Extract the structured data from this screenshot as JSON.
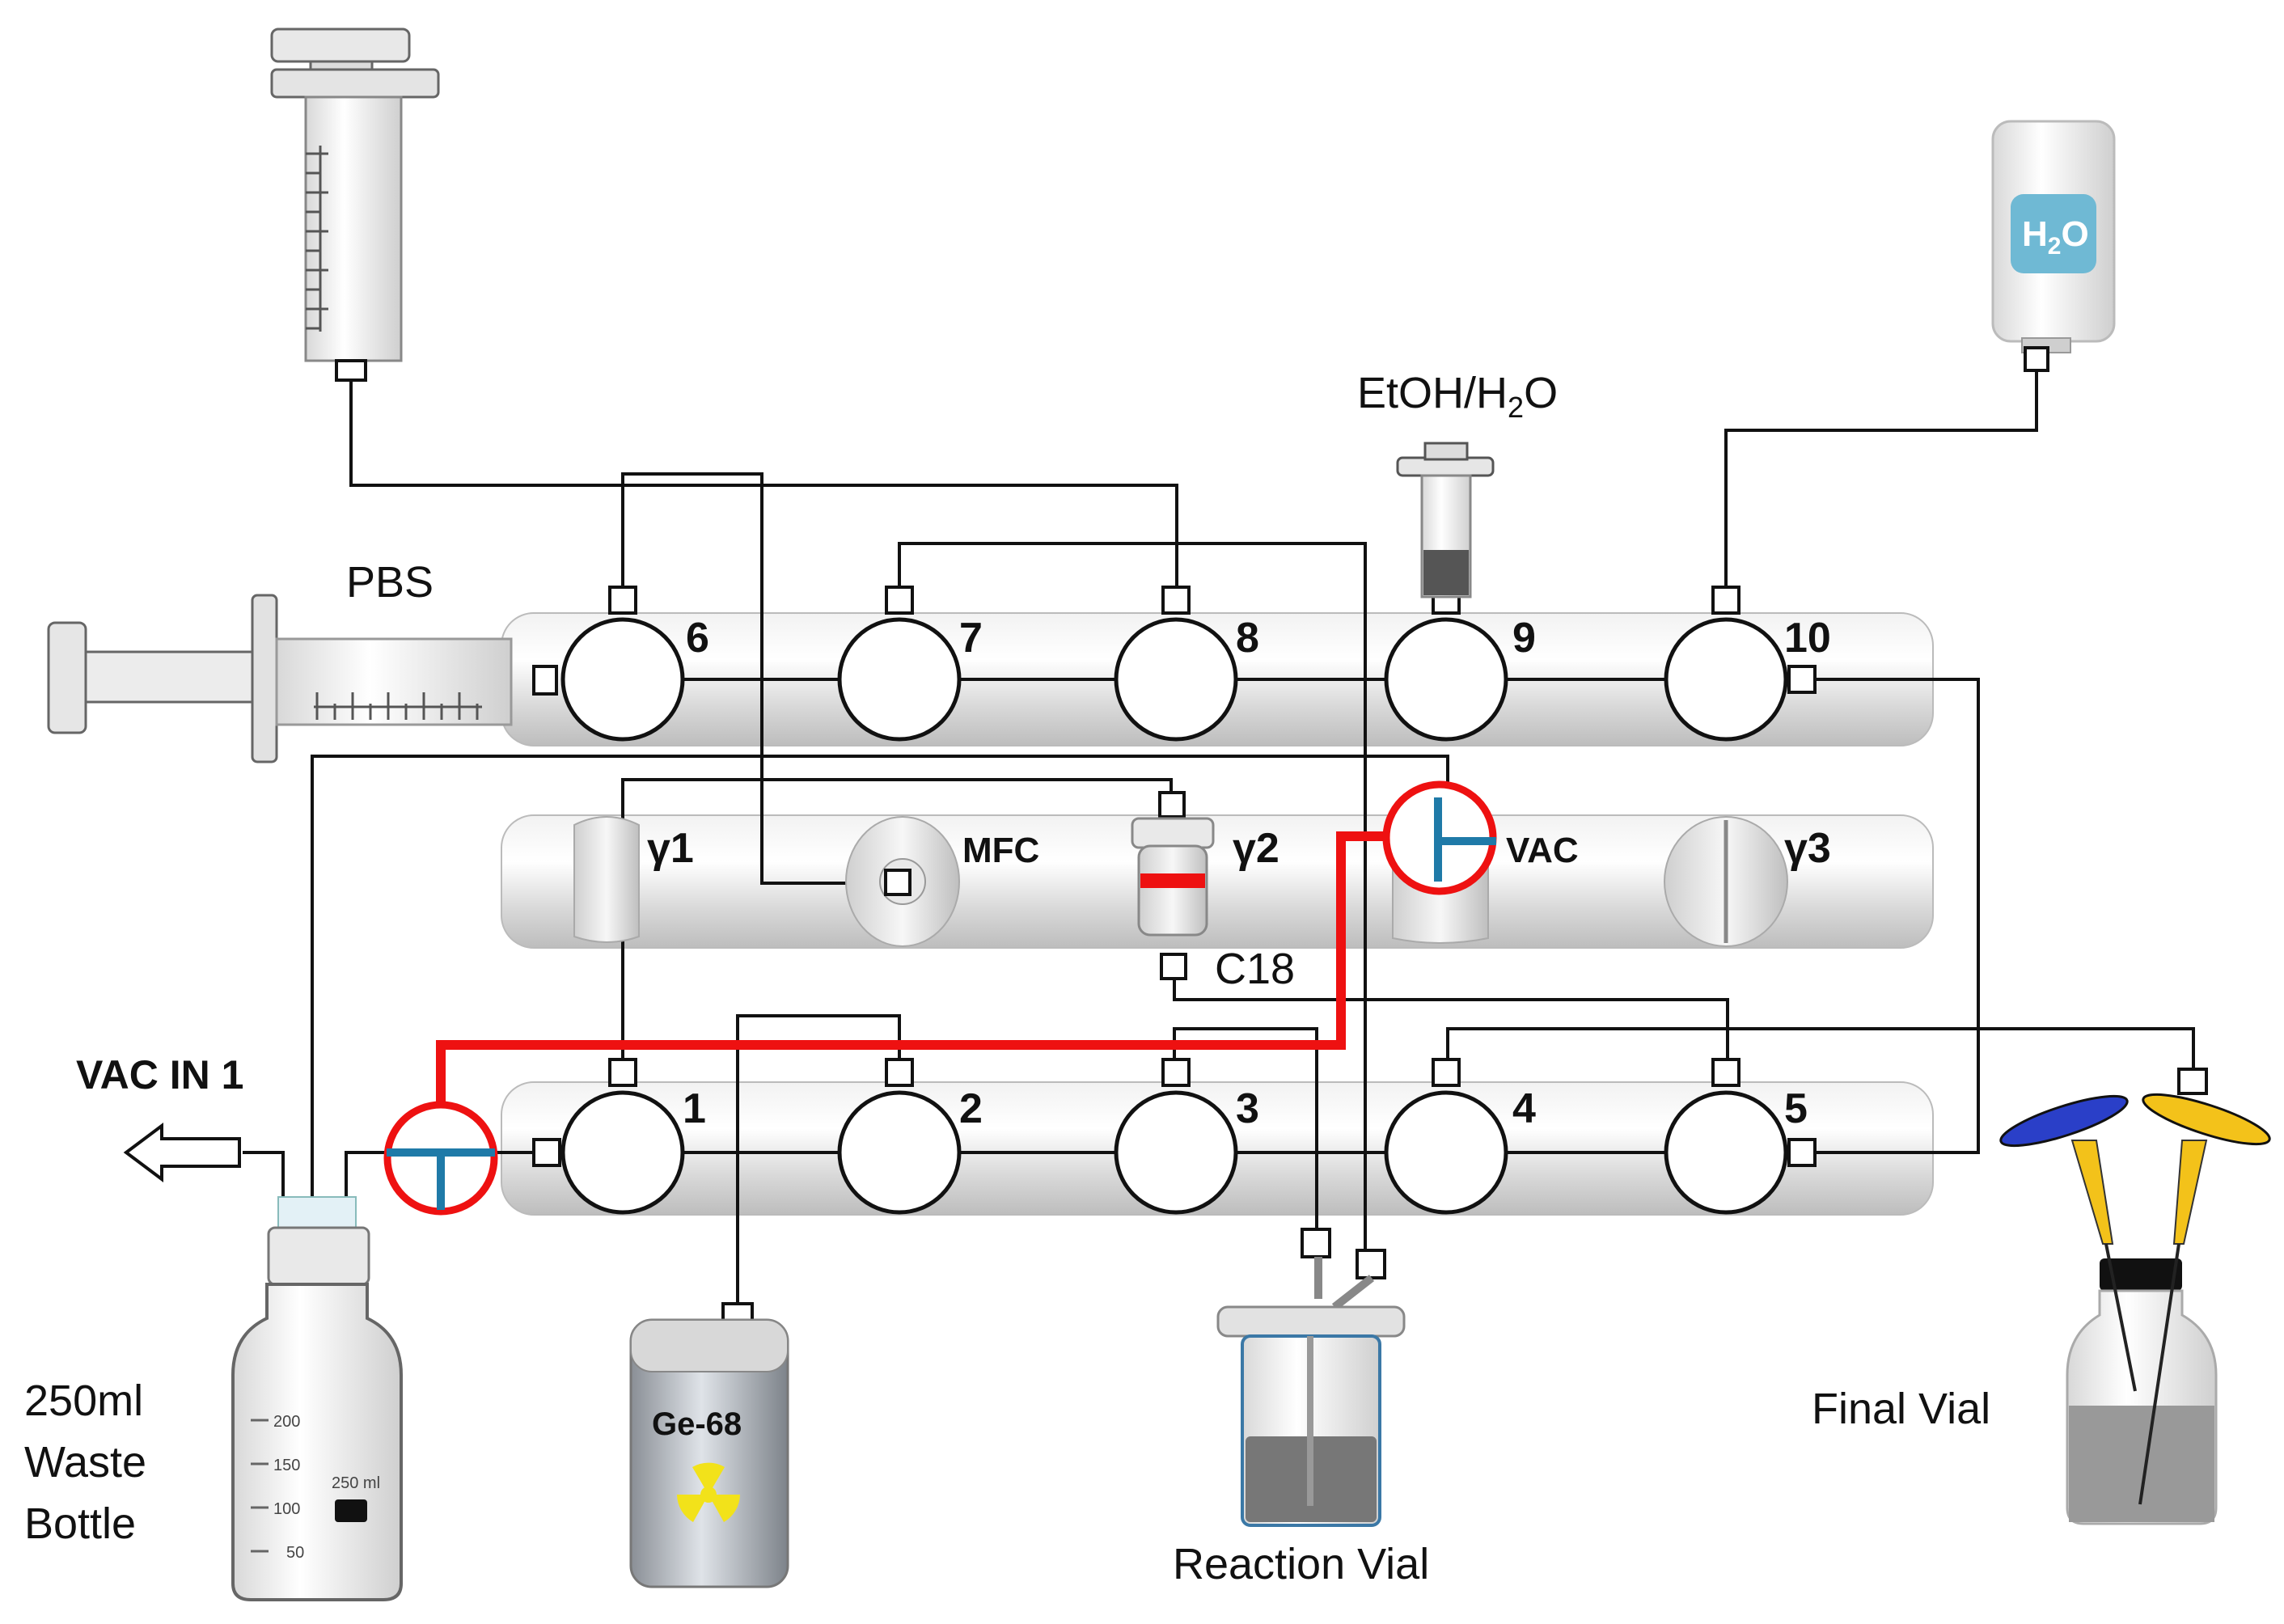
{
  "labels": {
    "pbs": "PBS",
    "etoh_h2o_prefix": "EtOH/H",
    "etoh_h2o_sub": "2",
    "etoh_h2o_suffix": "O",
    "h2o_prefix": "H",
    "h2o_sub": "2",
    "h2o_suffix": "O",
    "mfc": "MFC",
    "vac": "VAC",
    "c18": "C18",
    "vac_in": "VAC IN 1",
    "waste_line1": "250ml",
    "waste_line2": "Waste",
    "waste_line3": "Bottle",
    "ge68": "Ge-68",
    "reaction_vial": "Reaction Vial",
    "final_vial": "Final Vial",
    "bottle_marks": [
      "200",
      "150",
      "100",
      "50"
    ],
    "bottle_volume": "250 ml"
  },
  "valves_top": [
    "6",
    "7",
    "8",
    "9",
    "10"
  ],
  "valves_bottom": [
    "1",
    "2",
    "3",
    "4",
    "5"
  ],
  "gamma": {
    "g1": "1",
    "g2": "2",
    "g3": "3",
    "symbol": "γ"
  },
  "colors": {
    "active_path": "#ee1111",
    "t_connector": "#1f7aa8",
    "h2o_badge": "#6fb9d4",
    "ge68_radiation": "#f2e21a",
    "cap_blue": "#2a3fc8",
    "cap_yellow": "#f3c21a"
  },
  "icons": {
    "radiation": "radiation-icon",
    "arrow": "arrow-left-icon"
  }
}
